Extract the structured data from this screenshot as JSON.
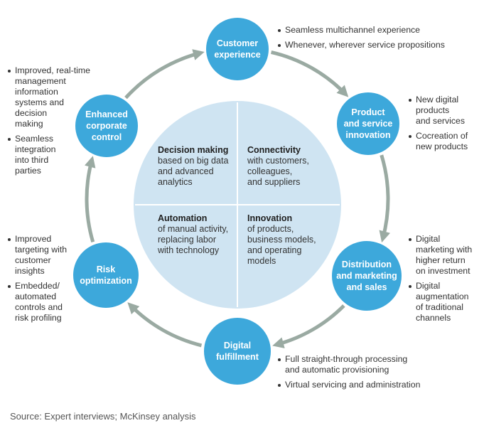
{
  "center": {
    "quadrants": [
      {
        "title": "Decision making",
        "body": "based on big data\nand advanced\nanalytics"
      },
      {
        "title": "Connectivity",
        "body": "with customers,\ncolleagues,\nand suppliers"
      },
      {
        "title": "Automation",
        "body": "of manual activity,\nreplacing labor\nwith technology"
      },
      {
        "title": "Innovation",
        "body": "of products,\nbusiness models,\nand operating\nmodels"
      }
    ]
  },
  "nodes": [
    {
      "label": "Customer\nexperience",
      "bullets": [
        "Seamless multichannel experience",
        "Whenever, wherever service propositions"
      ]
    },
    {
      "label": "Product\nand service\ninnovation",
      "bullets": [
        "New digital\nproducts\nand services",
        "Cocreation of\nnew products"
      ]
    },
    {
      "label": "Distribution\nand marketing\nand sales",
      "bullets": [
        "Digital\nmarketing with\nhigher return\non investment",
        "Digital\naugmentation\nof traditional\nchannels"
      ]
    },
    {
      "label": "Digital\nfulfillment",
      "bullets": [
        "Full straight-through processing\nand automatic provisioning",
        "Virtual servicing and administration"
      ]
    },
    {
      "label": "Risk\noptimization",
      "bullets": [
        "Improved\ntargeting with\ncustomer\ninsights",
        "Embedded/\nautomated\ncontrols and\nrisk profiling"
      ]
    },
    {
      "label": "Enhanced\ncorporate\ncontrol",
      "bullets": [
        "Improved, real-time\nmanagement\ninformation\nsystems and\ndecision\nmaking",
        "Seamless\nintegration\ninto third\nparties"
      ]
    }
  ],
  "source": "Source: Expert interviews; McKinsey analysis",
  "colors": {
    "node": "#3da8db",
    "center": "#cfe4f2",
    "arrow": "#9aaaa2",
    "text": "#333333"
  }
}
